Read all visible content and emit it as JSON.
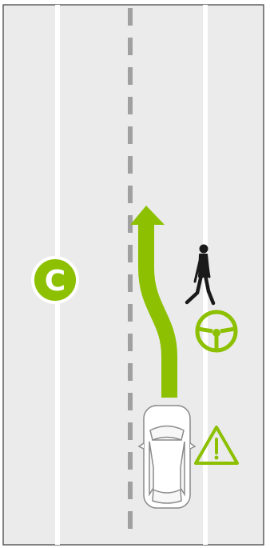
{
  "badge": {
    "letter": "C"
  },
  "icons": {
    "badge": "letter-c-badge",
    "pedestrian": "walking-pedestrian-icon",
    "steering": "steering-wheel-icon",
    "warning": "warning-triangle-icon",
    "vehicle": "car-top-view-icon",
    "path": "lane-change-arrow"
  },
  "colors": {
    "road": "#ebebeb",
    "lane_line": "#ffffff",
    "center_dash": "#a0a0a0",
    "accent": "#8cc000",
    "pedestrian": "#1a1a1a",
    "car_outline": "#8a8a8a"
  }
}
